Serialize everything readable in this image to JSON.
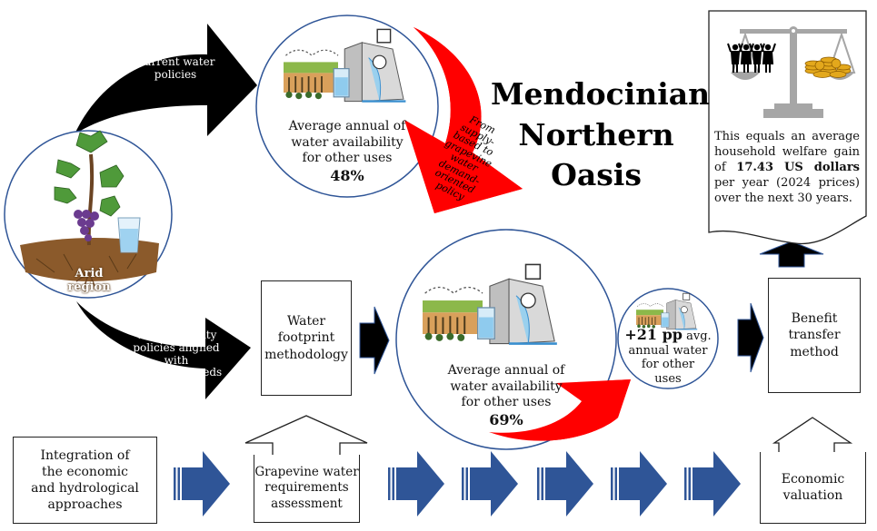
{
  "title": {
    "lines": [
      "Mendocinian",
      "Northern",
      "Oasis"
    ]
  },
  "arrows": {
    "current_policies": {
      "lines": [
        "Current water",
        "policies"
      ]
    },
    "water_security": {
      "lines": [
        "Water security",
        "policies aligned with",
        "grapevine needs"
      ]
    },
    "policy_shift": {
      "lines": [
        "From",
        "supply-",
        "based to",
        "grapevine",
        "water",
        "demand-",
        "oriented",
        "policy"
      ]
    }
  },
  "circles": {
    "arid_region": {
      "label": "Arid region"
    },
    "current": {
      "lines": [
        "Average annual of",
        "water availability",
        "for other uses"
      ],
      "value": "48%"
    },
    "aligned": {
      "lines": [
        "Average annual of",
        "water availability",
        "for other uses"
      ],
      "value": "69%"
    },
    "gain": {
      "value": "+21 pp",
      "lines": [
        "avg.",
        "annual water",
        "for other",
        "uses"
      ]
    }
  },
  "boxes": {
    "water_footprint": {
      "lines": [
        "Water",
        "footprint",
        "methodology"
      ]
    },
    "benefit_transfer": {
      "lines": [
        "Benefit",
        "transfer",
        "method"
      ]
    },
    "integration": {
      "lines": [
        "Integration of",
        "the economic",
        "and hydrological",
        "approaches"
      ]
    },
    "grapevine_requirements": {
      "lines": [
        "Grapevine water",
        "requirements",
        "assessment"
      ]
    },
    "economic_valuation": {
      "lines": [
        "Economic",
        "valuation"
      ]
    }
  },
  "welfare": {
    "prefix": "This equals an average household welfare gain of ",
    "amount": "17.43 US dollars",
    "suffix": " per year (2024 prices) over the next 30 years."
  },
  "icons": [
    "grapevine-icon",
    "water-glass-icon",
    "dam-icon",
    "irrigation-field-icon",
    "scale-icon",
    "people-icon",
    "coins-icon"
  ],
  "colors": {
    "accent_blue": "#2f5597",
    "red": "#ff0000",
    "black": "#000000",
    "circle_border": "#2f5597",
    "scale_gray": "#a6a6a6",
    "coin_gold": "#e3a81c"
  }
}
